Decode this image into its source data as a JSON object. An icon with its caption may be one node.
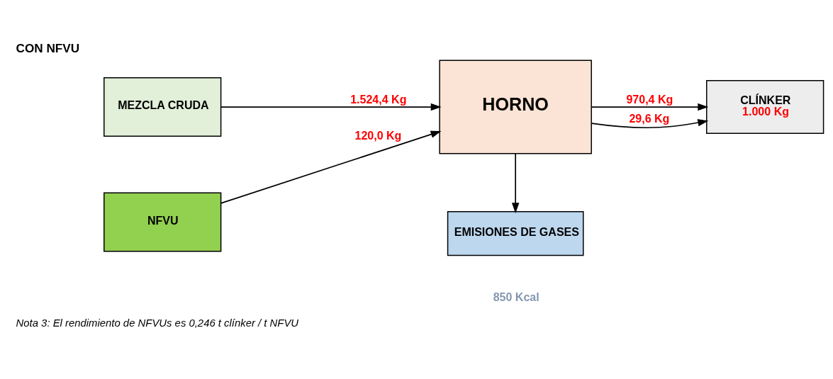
{
  "diagram": {
    "title": "CON NFVU",
    "caption": "Nota 3: El rendimiento de NFVUs es 0,246 t clínker / t NFVU",
    "nodes": [
      {
        "text": [
          "MEZCLA CRUDA"
        ]
      },
      {
        "text": [
          "NFVU"
        ]
      },
      {
        "text": [
          "EMISIONES DE GASES"
        ]
      },
      {
        "text": [
          "HORNO"
        ]
      },
      {
        "text": [
          "CLÍNKER",
          "1.000 Kg"
        ]
      }
    ],
    "edges": [
      {
        "from": 0,
        "to": 3,
        "arrow": "to",
        "label": "1.524,4 Kg"
      },
      {
        "from": 1,
        "to": 3,
        "arrow": "to",
        "label": "120,0 Kg"
      },
      {
        "from": 3,
        "to": 2,
        "arrow": "to"
      },
      {
        "from": 3,
        "to": 4,
        "arrow": "to",
        "label": "970,4 Kg"
      },
      {
        "from": 3,
        "to": 4,
        "arrow": "to",
        "label": "29,6 Kg"
      }
    ],
    "labels": [
      "850 Kcal"
    ]
  }
}
